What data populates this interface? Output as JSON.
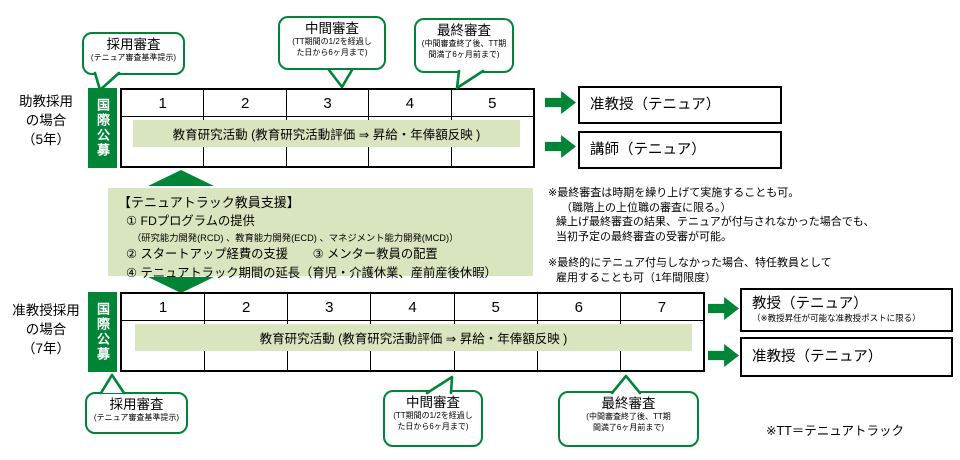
{
  "colors": {
    "green": "#008536",
    "light_green": "#D9E5BE",
    "border": "#000000"
  },
  "top": {
    "section_label": [
      "助教採用",
      "の場合",
      "（5年）"
    ],
    "recruit": "国際公募",
    "years": [
      "1",
      "2",
      "3",
      "4",
      "5"
    ],
    "activity": "教育研究活動 (教育研究活動評価 ⇒ 昇給・年俸額反映 )",
    "callout_saiyo": {
      "title": "採用審査",
      "sub1": "(テニュア審査基準提示)"
    },
    "callout_chukan": {
      "title": "中間審査",
      "sub1": "(TT期間の1/2を経過し",
      "sub2": "た日から6ヶ月まで)"
    },
    "callout_saishu": {
      "title": "最終審査",
      "sub1": "(中間審査終了後、TT期",
      "sub2": "間満了6ヶ月前まで)"
    },
    "outcome1": "准教授（テニュア）",
    "outcome2": "講師（テニュア）"
  },
  "support": {
    "title": "【テニュアトラック教員支援】",
    "item1": "① FDプログラムの提供",
    "item1_detail": "（研究能力開発(RCD) 、教育能力開発(ECD) 、マネジメント能力開発(MCD)）",
    "item23": "② スタートアップ経費の支援　　③ メンター教員の配置",
    "item4": "④ テニュアトラック期間の延長（育児・介護休業、産前産後休暇）"
  },
  "notes": {
    "n1l1": "※最終審査は時期を繰り上げて実施することも可。",
    "n1l2": "（職階上の上位職の審査に限る。）",
    "n1l3": "繰上げ最終審査の結果、テニュアが付与されなかった場合でも、",
    "n1l4": "当初予定の最終審査の受審が可能。",
    "n2l1": "※最終的にテニュア付与しなかった場合、特任教員として",
    "n2l2": "雇用することも可（1年間限度）",
    "tt": "※TT＝テニュアトラック"
  },
  "bottom": {
    "section_label": [
      "准教授採用",
      "の場合",
      "（7年）"
    ],
    "recruit": "国際公募",
    "years": [
      "1",
      "2",
      "3",
      "4",
      "5",
      "6",
      "7"
    ],
    "activity": "教育研究活動 (教育研究活動評価 ⇒ 昇給・年俸額反映 )",
    "callout_saiyo": {
      "title": "採用審査",
      "sub1": "(テニュア審査基準提示)"
    },
    "callout_chukan": {
      "title": "中間審査",
      "sub1": "(TT期間の1/2を経過し",
      "sub2": "た日から6ヶ月まで)"
    },
    "callout_saishu": {
      "title": "最終審査",
      "sub1": "(中間審査終了後、TT期",
      "sub2": "間満了6ヶ月前まで)"
    },
    "outcome1": "教授（テニュア）",
    "outcome1_sub": "（※教授昇任が可能な准教授ポストに限る）",
    "outcome2": "准教授（テニュア）"
  }
}
